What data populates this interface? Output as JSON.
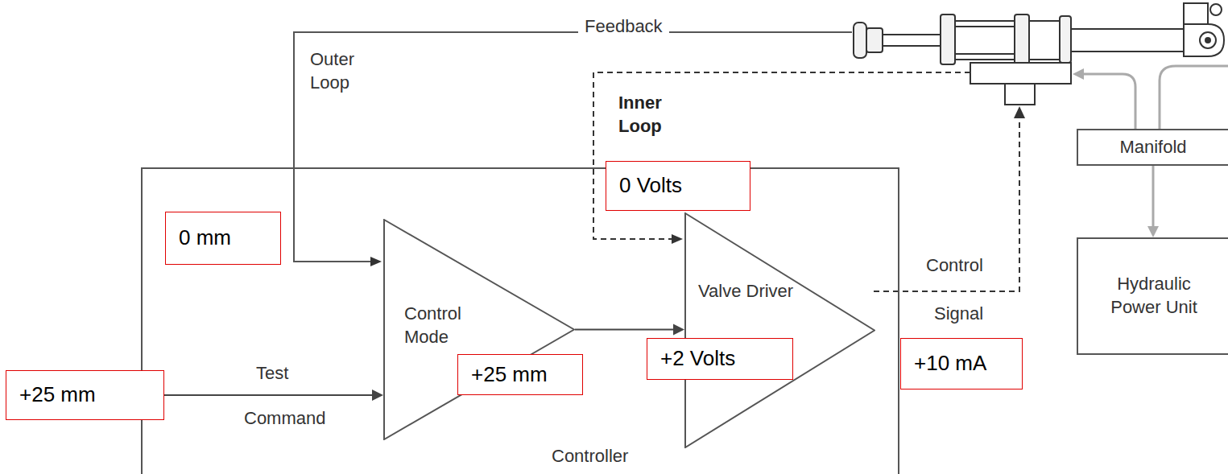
{
  "diagram": {
    "nodes": [
      {
        "text": [
          "Controller"
        ]
      },
      {
        "text": [
          "Control Mode"
        ],
        "in": 0
      },
      {
        "text": [
          "Valve Driver"
        ],
        "in": 0
      },
      {
        "text": [
          "Manifold"
        ]
      },
      {
        "text": [
          "Hydraulic Power Unit"
        ]
      },
      {
        "text": [
          "0 Volts"
        ]
      },
      {
        "text": [
          "0 mm"
        ]
      },
      {
        "text": [
          "+25 mm"
        ]
      },
      {
        "text": [
          "+2 Volts"
        ]
      },
      {
        "text": [
          "+10 mA"
        ]
      },
      {
        "text": [
          "+25 mm"
        ]
      }
    ],
    "edges": [
      {
        "from": 10,
        "to": 1,
        "arrow": "to"
      },
      {
        "from": 1,
        "to": 2,
        "arrow": "to"
      },
      {
        "from": 3,
        "to": 4,
        "arrow": "to"
      }
    ],
    "labels": [
      "Feedback",
      "Outer Loop",
      "Inner Loop",
      "Test",
      "Command",
      "Control",
      "Signal"
    ]
  }
}
